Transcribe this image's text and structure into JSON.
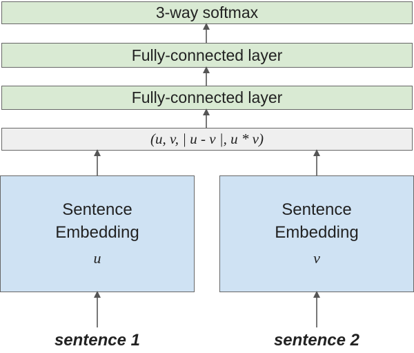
{
  "diagram": {
    "softmax_label": "3-way softmax",
    "fc_layer_top_label": "Fully-connected layer",
    "fc_layer_bottom_label": "Fully-connected layer",
    "concat_label": "(u, v, | u - v |, u * v)",
    "embedding_left": {
      "line1": "Sentence",
      "line2": "Embedding",
      "var": "u"
    },
    "embedding_right": {
      "line1": "Sentence",
      "line2": "Embedding",
      "var": "v"
    },
    "input_left_label": "sentence 1",
    "input_right_label": "sentence 2"
  },
  "colors": {
    "layer_fill": "#d9ead3",
    "concat_fill": "#efefef",
    "embedding_fill": "#cfe2f3",
    "border": "#666666"
  }
}
